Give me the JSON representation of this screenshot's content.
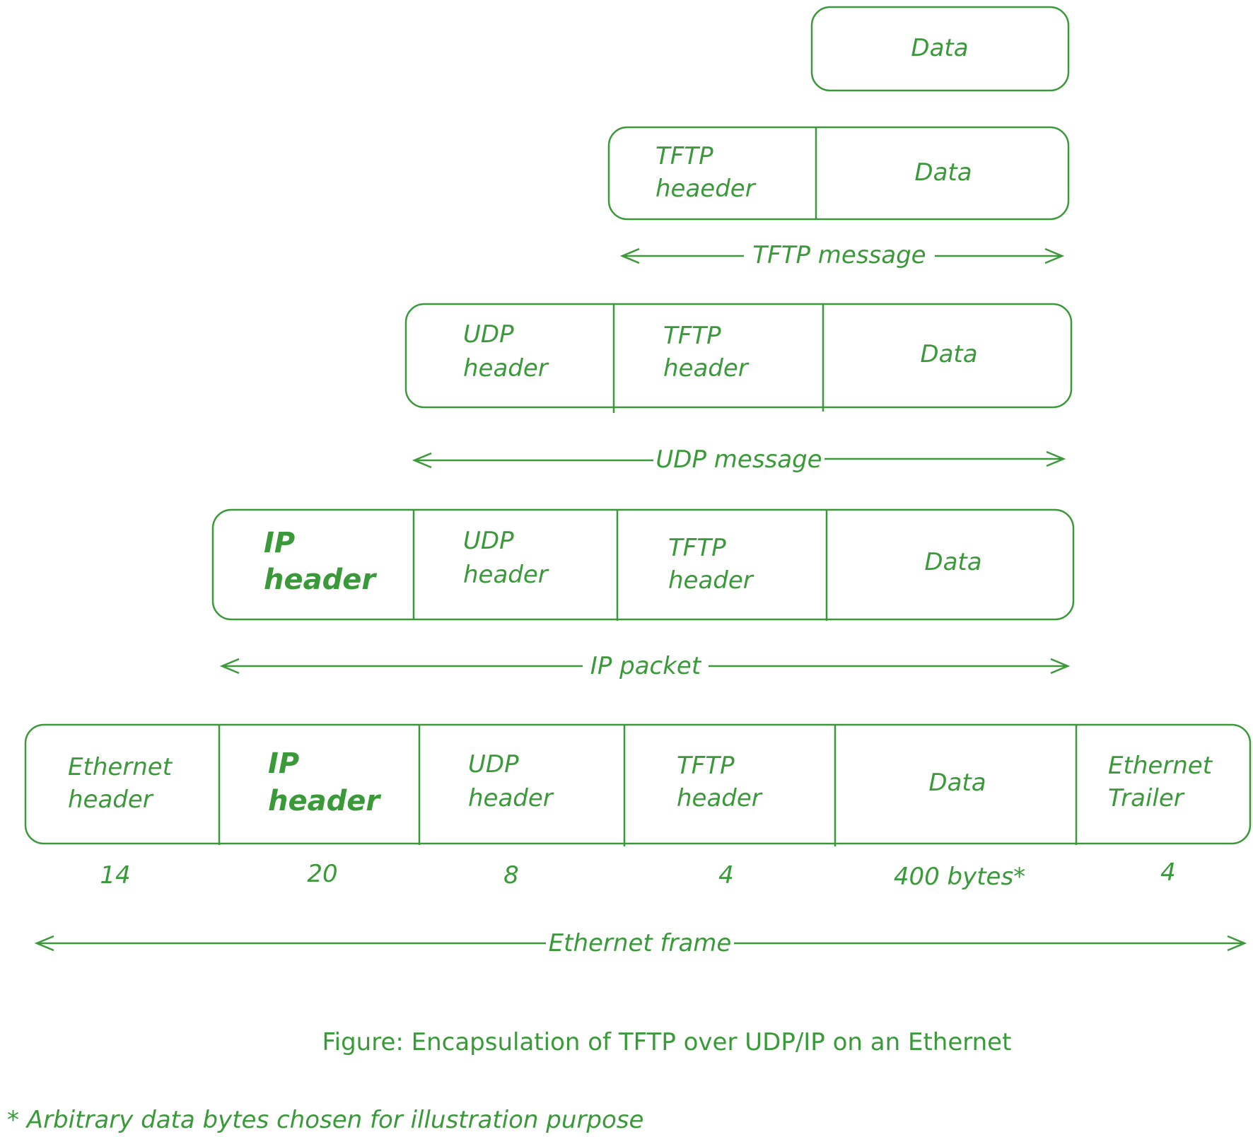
{
  "row1": {
    "data": "Data"
  },
  "row2": {
    "tftp_header": [
      "TFTP",
      "heaeder"
    ],
    "data": "Data",
    "span_label": "TFTP message"
  },
  "row3": {
    "udp_header": [
      "UDP",
      "header"
    ],
    "tftp_header": [
      "TFTP",
      "header"
    ],
    "data": "Data",
    "span_label": "UDP message"
  },
  "row4": {
    "ip_header": [
      "IP",
      "header"
    ],
    "udp_header": [
      "UDP",
      "header"
    ],
    "tftp_header": [
      "TFTP",
      "header"
    ],
    "data": "Data",
    "span_label": "IP packet"
  },
  "row5": {
    "eth_header": [
      "Ethernet",
      "header"
    ],
    "ip_header": [
      "IP",
      "header"
    ],
    "udp_header": [
      "UDP",
      "header"
    ],
    "tftp_header": [
      "TFTP",
      "header"
    ],
    "data": "Data",
    "eth_trailer": [
      "Ethernet",
      "Trailer"
    ],
    "sizes": [
      "14",
      "20",
      "8",
      "4",
      "400 bytes*",
      "4"
    ],
    "span_label": "Ethernet frame"
  },
  "caption": "Figure: Encapsulation of TFTP over UDP/IP on an Ethernet",
  "footnote": "* Arbitrary data bytes chosen for illustration purpose",
  "accent_color": "#3a9a3a"
}
